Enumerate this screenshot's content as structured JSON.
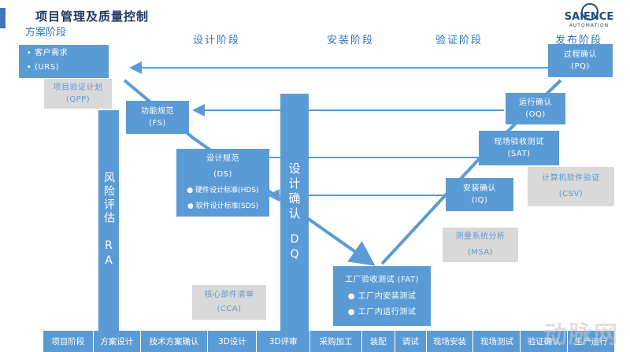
{
  "header": {
    "title": "项目管理及质量控制",
    "logo_text": "SAIENCE",
    "logo_sub": "AUTOMATION"
  },
  "phases": {
    "p0": "方案阶段",
    "p1": "设计阶段",
    "p2": "安装阶段",
    "p3": "验证阶段",
    "p4": "发布阶段"
  },
  "boxes": {
    "urs": {
      "line1": "• 客户需求",
      "line2": "•    (URS)"
    },
    "qpp": {
      "line1": "项目验证计划",
      "line2": "(QPP)"
    },
    "fs": {
      "line1": "功能规范",
      "line2": "(FS)"
    },
    "ds": {
      "line1": "设计规范",
      "line2": "(DS)",
      "line3": "● 硬件设计标准(HDS)",
      "line4": "● 软件设计标准(SDS)"
    },
    "ra": {
      "text": "风险评估",
      "abbr": "RA"
    },
    "dq": {
      "text": "设计确认",
      "abbr": "DQ"
    },
    "cca": {
      "line1": "核心部件清单",
      "line2": "(CCA)"
    },
    "fat": {
      "line1": "工厂验收测试 (FAT)",
      "line2": "● 工厂内安装测试",
      "line3": "● 工厂内运行测试"
    },
    "iq": {
      "line1": "安装确认",
      "line2": "(IQ)"
    },
    "sat": {
      "line1": "现场验收测试",
      "line2": "(SAT)"
    },
    "oq": {
      "line1": "运行确认",
      "line2": "(OQ)"
    },
    "pq": {
      "line1": "过程确认",
      "line2": "(PQ)"
    },
    "csv": {
      "line1": "计算机软件验证",
      "line2": "(CSV)"
    },
    "msa": {
      "line1": "测量系统分析",
      "line2": "(MSA)"
    }
  },
  "bottom_bar": [
    "项目阶段",
    "方案设计",
    "技术方案确认",
    "3D设计",
    "3D评审",
    "采购加工",
    "装配",
    "调试",
    "现场安装",
    "现场测试",
    "验证确认",
    "生产运行"
  ],
  "watermark": "动脉网",
  "colors": {
    "box_blue": "#5b9bd5",
    "box_gray": "#d9d9d9",
    "title": "#1f3864",
    "phase": "#2e75b6"
  }
}
